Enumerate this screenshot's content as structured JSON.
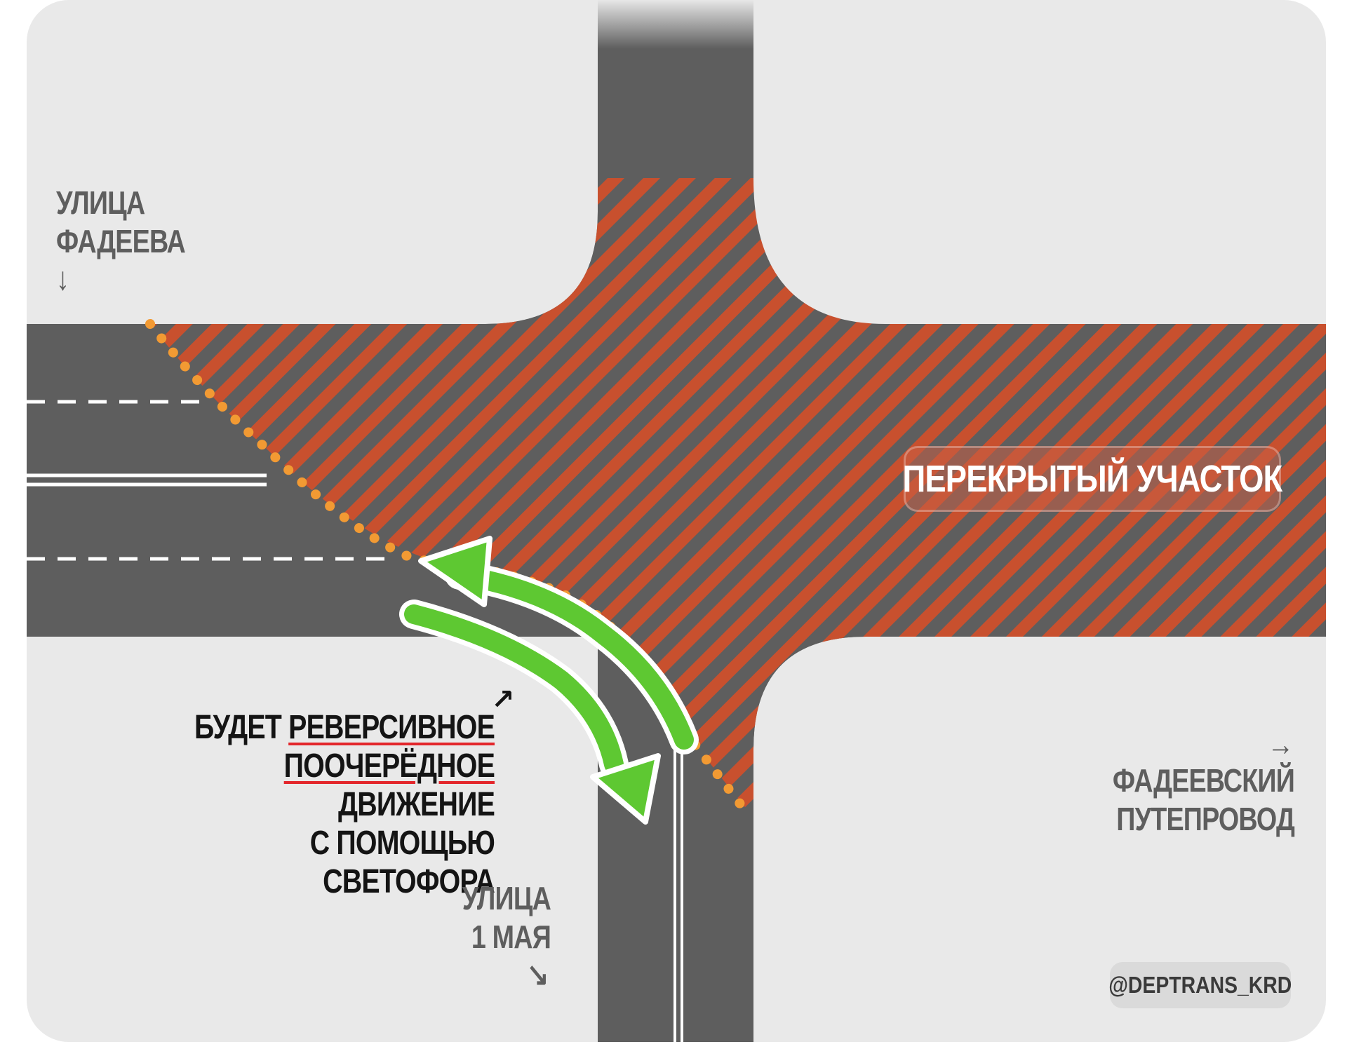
{
  "labels": {
    "street_fadeeva_line1": "УЛИЦА",
    "street_fadeeva_line2": "ФАДЕЕВА",
    "street_fadeeva_arrow": "↓",
    "street_1maya_line1": "УЛИЦА",
    "street_1maya_line2": "1 МАЯ",
    "street_1maya_arrow": "↘",
    "bridge_arrow": "→",
    "bridge_line1": "ФАДЕЕВСКИЙ",
    "bridge_line2": "ПУТЕПРОВОД",
    "closed_section": "ПЕРЕКРЫТЫЙ УЧАСТОК"
  },
  "note": {
    "arrow": "↗",
    "line1_plain": "БУДЕТ ",
    "line1_underlined": "РЕВЕРСИВНОЕ",
    "line2_underlined": "ПООЧЕРЁДНОЕ",
    "line2_plain": " ДВИЖЕНИЕ",
    "line3": "С ПОМОЩЬЮ СВЕТОФОРА"
  },
  "handle": "@DEPTRANS_KRD",
  "colors": {
    "background": "#e9e9e9",
    "road": "#5e5e5e",
    "closed_stripe": "#c8502e",
    "boundary_dots": "#f29a33",
    "reversible_arrow": "#5ec832",
    "underline": "#e3262b"
  },
  "icons": {
    "reversible_traffic": "double-curved-arrow-icon",
    "closed_boundary": "dotted-line-icon"
  }
}
